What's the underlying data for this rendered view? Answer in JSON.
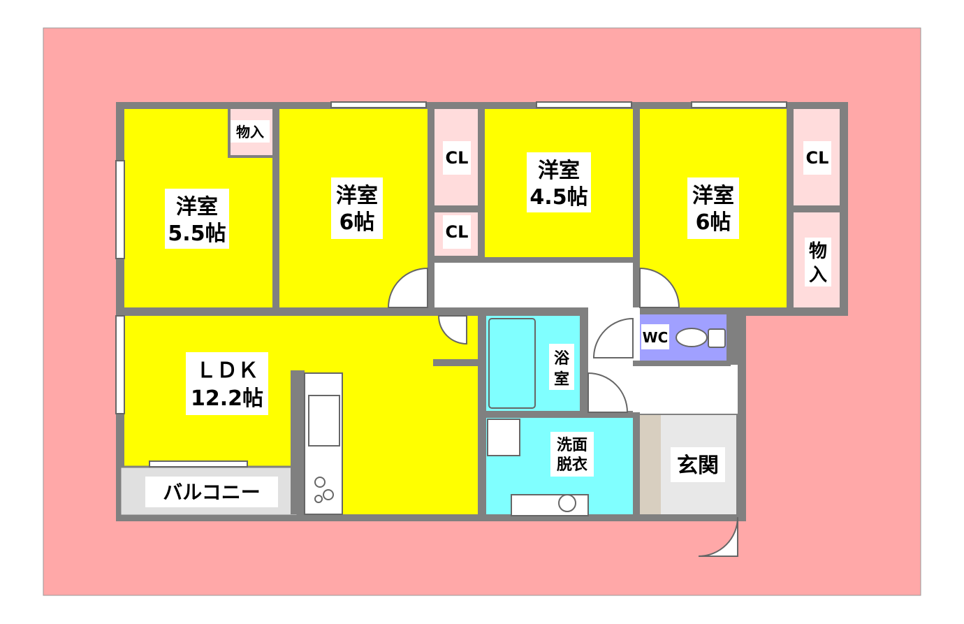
{
  "colors": {
    "site": "#FFA8A8",
    "wall": "#808080",
    "room": "#FFFF00",
    "storage": "#FFDCDC",
    "water": "#80FFFF",
    "toilet": "#A0A0FF",
    "hall": "#FFFFFF",
    "entrance": "#E8E8E8",
    "balcony": "#E0E0E0"
  },
  "rooms": {
    "western_5_5": {
      "line1": "洋室",
      "line2": "5.5帖"
    },
    "western_6_left": {
      "line1": "洋室",
      "line2": "6帖"
    },
    "western_4_5": {
      "line1": "洋室",
      "line2": "4.5帖"
    },
    "western_6_right": {
      "line1": "洋室",
      "line2": "6帖"
    },
    "ldk": {
      "line1": "ＬＤＫ",
      "line2": "12.2帖"
    },
    "storage_top": "物入",
    "storage_right": {
      "line1": "物",
      "line2": "入"
    },
    "closet_a": "CL",
    "closet_b": "CL",
    "closet_c": "CL",
    "bathroom": {
      "line1": "浴",
      "line2": "室"
    },
    "washroom": {
      "line1": "洗面",
      "line2": "脱衣"
    },
    "toilet": "WC",
    "entrance": "玄関",
    "balcony": "バルコニー"
  }
}
